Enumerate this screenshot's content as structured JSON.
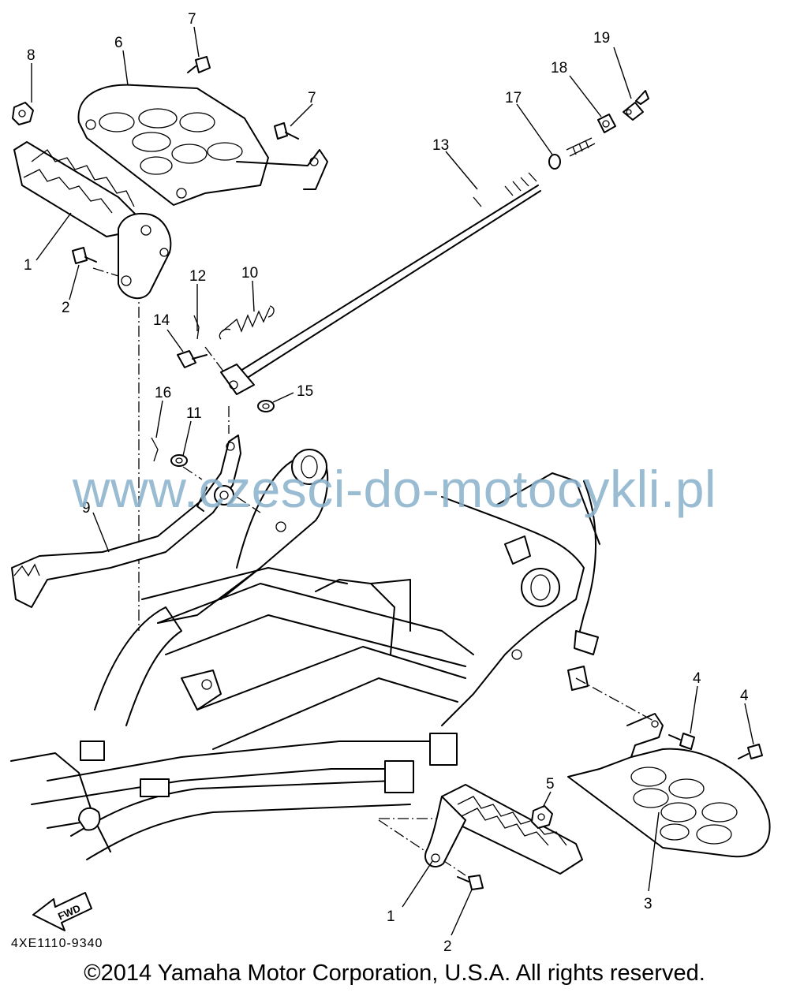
{
  "watermark": "www.czesci-do-motocykli.pl",
  "diagram_code": "4XE1110-9340",
  "copyright": "©2014 Yamaha Motor Corporation, U.S.A. All rights reserved.",
  "fwd_label": "FWD",
  "callouts": [
    {
      "id": "c8",
      "text": "8"
    },
    {
      "id": "c6",
      "text": "6"
    },
    {
      "id": "c7a",
      "text": "7"
    },
    {
      "id": "c7b",
      "text": "7"
    },
    {
      "id": "c19",
      "text": "19"
    },
    {
      "id": "c18",
      "text": "18"
    },
    {
      "id": "c17",
      "text": "17"
    },
    {
      "id": "c13",
      "text": "13"
    },
    {
      "id": "c1a",
      "text": "1"
    },
    {
      "id": "c2a",
      "text": "2"
    },
    {
      "id": "c12",
      "text": "12"
    },
    {
      "id": "c10",
      "text": "10"
    },
    {
      "id": "c14",
      "text": "14"
    },
    {
      "id": "c15",
      "text": "15"
    },
    {
      "id": "c16",
      "text": "16"
    },
    {
      "id": "c11",
      "text": "11"
    },
    {
      "id": "c9",
      "text": "9"
    },
    {
      "id": "c4a",
      "text": "4"
    },
    {
      "id": "c4b",
      "text": "4"
    },
    {
      "id": "c5",
      "text": "5"
    },
    {
      "id": "c3",
      "text": "3"
    },
    {
      "id": "c1b",
      "text": "1"
    },
    {
      "id": "c2b",
      "text": "2"
    }
  ]
}
